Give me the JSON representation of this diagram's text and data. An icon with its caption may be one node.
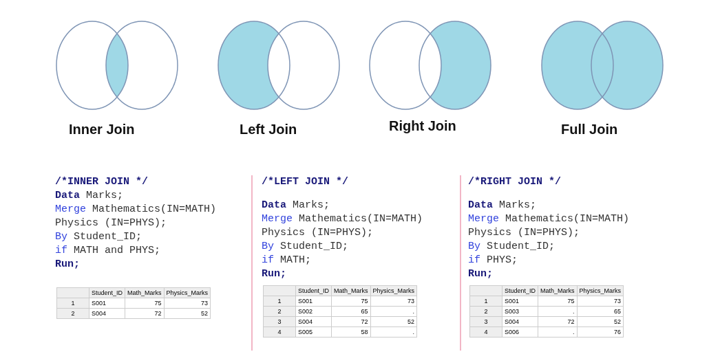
{
  "diagram": {
    "labels": [
      "Inner Join",
      "Left Join",
      "Right Join",
      "Full Join",
      "/*INNER JOIN */",
      "Data Marks;",
      "Merge Mathematics(IN=MATH)",
      "Physics (IN=PHYS);",
      "By Student_ID;",
      "if MATH and PHYS;",
      "Run;",
      "Student_ID",
      "Math_Marks",
      "Physics_Marks",
      "1",
      "S001",
      "75",
      "73",
      "2",
      "S004",
      "72",
      "52",
      "/*LEFT JOIN */",
      "Data Marks;",
      "Merge Mathematics(IN=MATH)",
      "Physics (IN=PHYS);",
      "By Student_ID;",
      "if MATH;",
      "Run;",
      "Student_ID",
      "Math_Marks",
      "Physics_Marks",
      "1",
      "S001",
      "75",
      "73",
      "2",
      "S002",
      "65",
      ".",
      "3",
      "S004",
      "72",
      "52",
      "4",
      "S005",
      "58",
      ".",
      "/*RIGHT JOIN */",
      "Data Marks;",
      "Merge Mathematics(IN=MATH)",
      "Physics (IN=PHYS);",
      "By Student_ID;",
      "if PHYS;",
      "Run;",
      "Student_ID",
      "Math_Marks",
      "Physics_Marks",
      "1",
      "S001",
      "75",
      "73",
      "2",
      "S003",
      ".",
      "65",
      "3",
      "S004",
      "72",
      "52",
      "4",
      "S006",
      ".",
      "76"
    ]
  }
}
